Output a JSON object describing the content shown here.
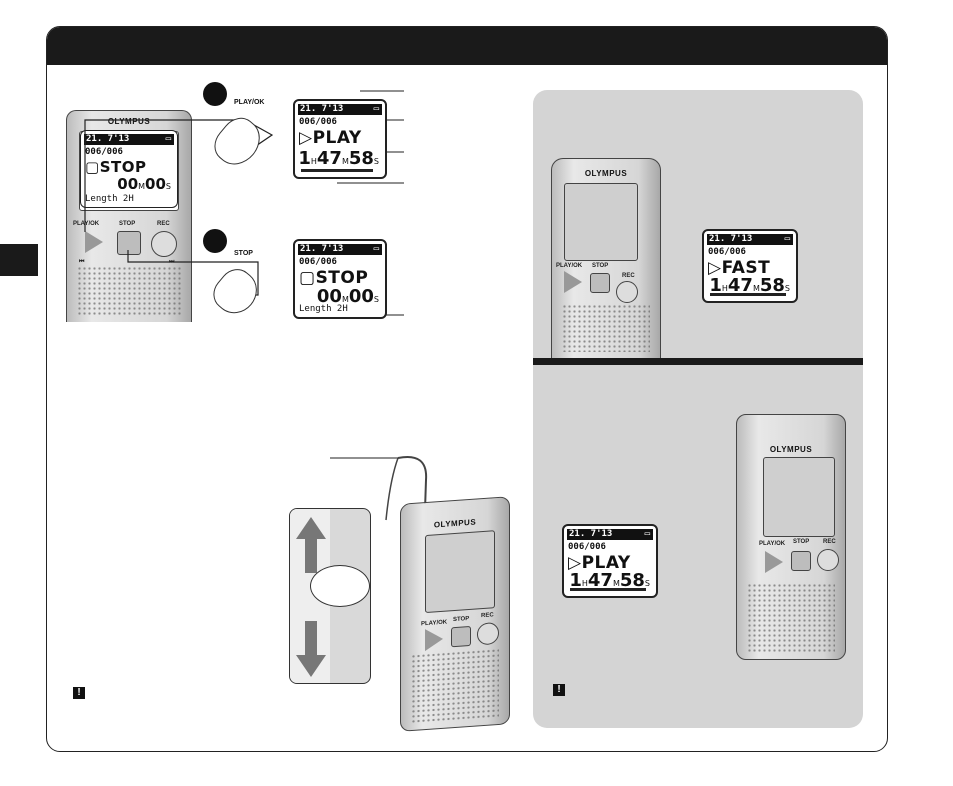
{
  "top_diagram": {
    "device_brand": "OLYMPUS",
    "device_screen": {
      "date": "21. 7'13",
      "file": "006/006",
      "mode": "STOP",
      "time_m": "00",
      "time_s": "00",
      "length": "Length 2H"
    },
    "labels": {
      "play_ok": "PLAY/OK",
      "stop": "STOP",
      "rec": "REC",
      "prev": "⏮",
      "next": "⏭"
    },
    "step1_button": "PLAY/OK",
    "step2_button": "STOP",
    "play_display": {
      "date": "21. 7'13",
      "file": "006/006",
      "mode": "PLAY",
      "time_h": "1",
      "time_m": "47",
      "time_s": "58"
    },
    "stop_display": {
      "date": "21. 7'13",
      "file": "006/006",
      "mode": "STOP",
      "time_m": "00",
      "time_s": "00",
      "length": "Length 2H"
    }
  },
  "right_top": {
    "device_brand": "OLYMPUS",
    "labels": {
      "play_ok": "PLAY/OK",
      "stop": "STOP",
      "rec": "REC"
    },
    "display": {
      "date": "21. 7'13",
      "file": "006/006",
      "mode": "FAST",
      "time_h": "1",
      "time_m": "47",
      "time_s": "58"
    }
  },
  "right_bottom": {
    "device_brand": "OLYMPUS",
    "labels": {
      "play_ok": "PLAY/OK",
      "stop": "STOP",
      "rec": "REC"
    },
    "display": {
      "date": "21. 7'13",
      "file": "006/006",
      "mode": "PLAY",
      "time_h": "1",
      "time_m": "47",
      "time_s": "58"
    }
  },
  "bottom_left": {
    "device_brand": "OLYMPUS",
    "labels": {
      "play_ok": "PLAY/OK",
      "stop": "STOP",
      "rec": "REC"
    }
  },
  "notices": [
    "!",
    "!"
  ]
}
